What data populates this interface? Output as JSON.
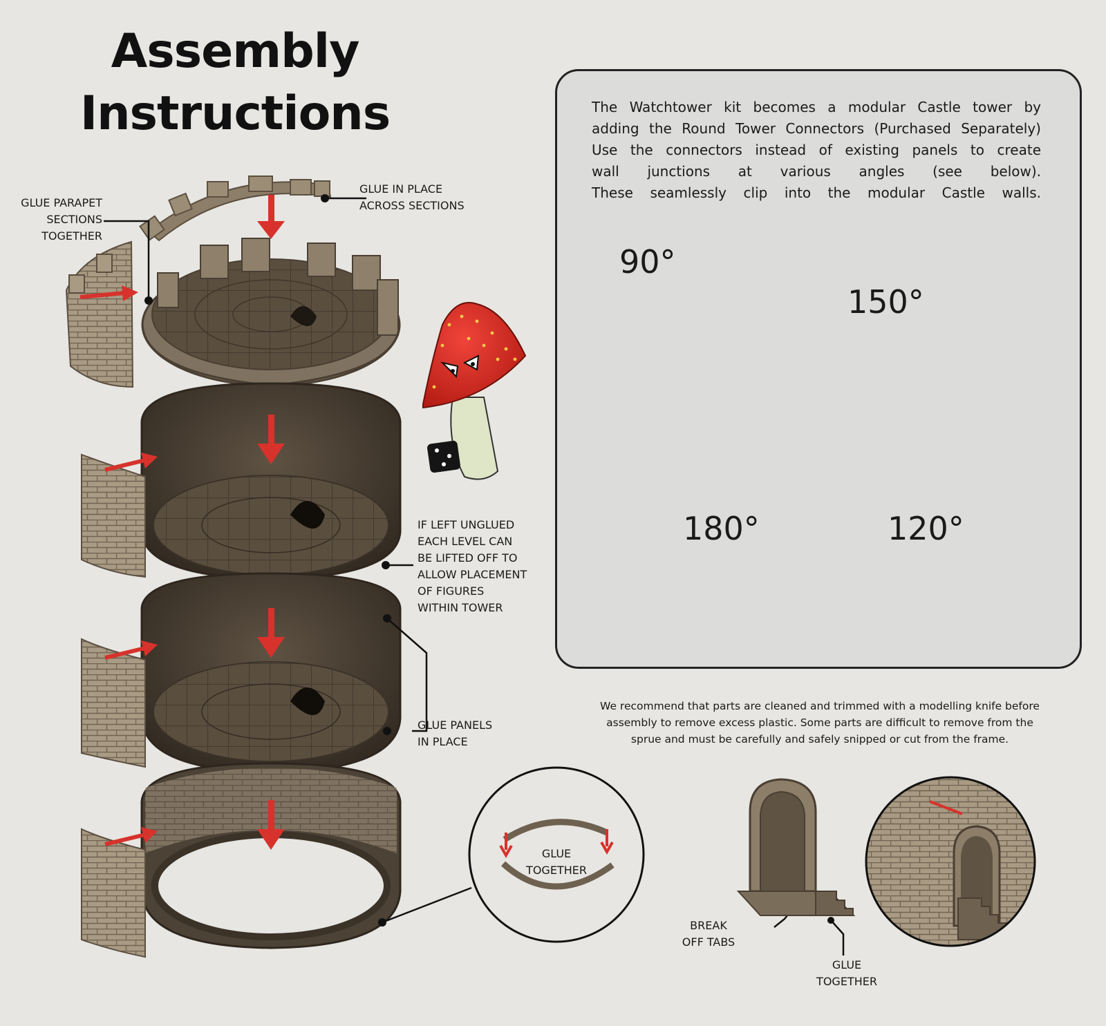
{
  "title": {
    "line1": "Assembly",
    "line2": "Instructions"
  },
  "labels": {
    "glue_parapet": [
      "GLUE PARAPET",
      "SECTIONS",
      "TOGETHER"
    ],
    "glue_in_place": [
      "GLUE IN PLACE",
      "ACROSS SECTIONS"
    ],
    "unglued": [
      "IF LEFT UNGLUED",
      "EACH LEVEL CAN",
      "BE LIFTED OFF TO",
      "ALLOW PLACEMENT",
      "OF FIGURES",
      "WITHIN TOWER"
    ],
    "glue_panels": [
      "GLUE PANELS",
      "IN PLACE"
    ],
    "glue_together_ring": [
      "GLUE",
      "TOGETHER"
    ],
    "break_off_tabs": [
      "BREAK",
      "OFF TABS"
    ],
    "glue_together_door": [
      "GLUE",
      "TOGETHER"
    ]
  },
  "info": {
    "lines": [
      "The Watchtower kit becomes a modular Castle tower by",
      "adding the Round Tower Connectors (Purchased Separately)",
      "Use the connectors instead of existing panels to create",
      "wall junctions at various angles (see below).",
      "These seamlessly clip into the modular Castle walls."
    ],
    "angles": {
      "a90": "90°",
      "a150": "150°",
      "a180": "180°",
      "a120": "120°"
    }
  },
  "recommend": [
    "We recommend that parts are cleaned and trimmed with a modelling knife before",
    "assembly to remove excess plastic. Some parts are difficult to remove from the",
    "sprue and must be carefully and safely snipped or cut from the frame."
  ],
  "colors": {
    "background": "#e7e6e2",
    "plastic_dark": "#4a3f33",
    "plastic_mid": "#6e6150",
    "plastic_light": "#9e8f79",
    "arrow_red": "#d7322c",
    "mushroom_red": "#d42a1f",
    "ink": "#111111"
  }
}
